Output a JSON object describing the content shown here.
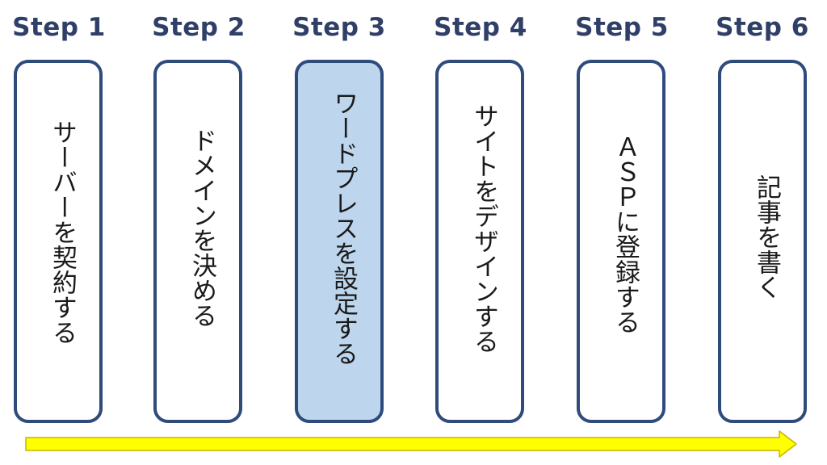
{
  "steps": [
    {
      "label": "Step 1",
      "text": "サーバーを契約する",
      "active": false
    },
    {
      "label": "Step 2",
      "text": "ドメインを決める",
      "active": false
    },
    {
      "label": "Step 3",
      "text": "ワードプレスを設定する",
      "active": true
    },
    {
      "label": "Step 4",
      "text": "サイトをデザインする",
      "active": false
    },
    {
      "label": "Step 5",
      "text": "ＡＳＰに登録する",
      "active": false
    },
    {
      "label": "Step 6",
      "text": "記事を書く",
      "active": false
    }
  ],
  "colors": {
    "label": "#2f3f68",
    "box_border": "#2f4b7c",
    "active_fill": "#bdd6ee",
    "arrow_fill": "#ffff00",
    "arrow_stroke": "#c8b400"
  },
  "arrow": {
    "icon": "right-arrow-icon"
  }
}
